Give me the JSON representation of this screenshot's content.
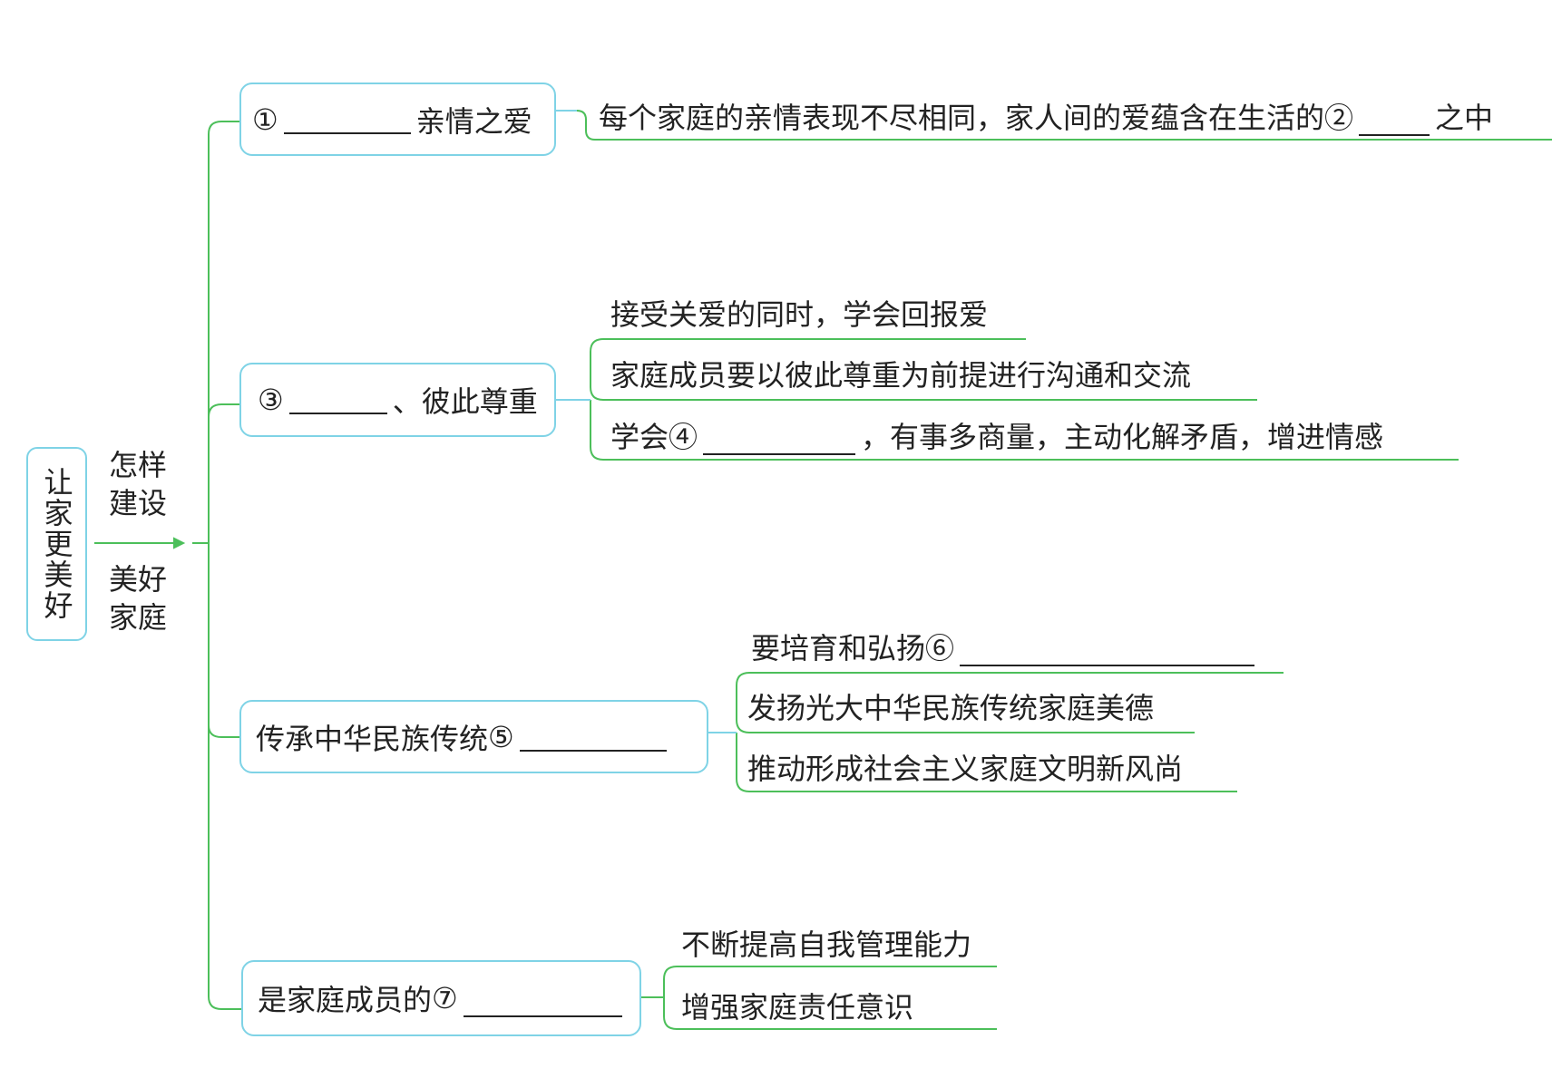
{
  "root": {
    "title": "让家更美好"
  },
  "arrow_labels": {
    "top": "怎样建设",
    "bottom": "美好家庭"
  },
  "branches": [
    {
      "number": "①",
      "suffix": "亲情之爱",
      "details": [
        {
          "prefix": "每个家庭的亲情表现不尽相同，家人间的爱蕴含在生活的",
          "number": "②",
          "suffix": "之中"
        }
      ]
    },
    {
      "number": "③",
      "suffix": "、彼此尊重",
      "details": [
        {
          "text": "接受关爱的同时，学会回报爱"
        },
        {
          "text": "家庭成员要以彼此尊重为前提进行沟通和交流"
        },
        {
          "prefix": "学会",
          "number": "④",
          "suffix": "，有事多商量，主动化解矛盾，增进情感"
        }
      ]
    },
    {
      "prefix": "传承中华民族传统",
      "number": "⑤",
      "details": [
        {
          "prefix": "要培育和弘扬",
          "number": "⑥"
        },
        {
          "text": "发扬光大中华民族传统家庭美德"
        },
        {
          "text": "推动形成社会主义家庭文明新风尚"
        }
      ]
    },
    {
      "prefix": "是家庭成员的",
      "number": "⑦",
      "details": [
        {
          "text": "不断提高自我管理能力"
        },
        {
          "text": "增强家庭责任意识"
        }
      ]
    }
  ],
  "colors": {
    "box_border": "#7fd3e6",
    "connector": "#4cbf5a"
  }
}
